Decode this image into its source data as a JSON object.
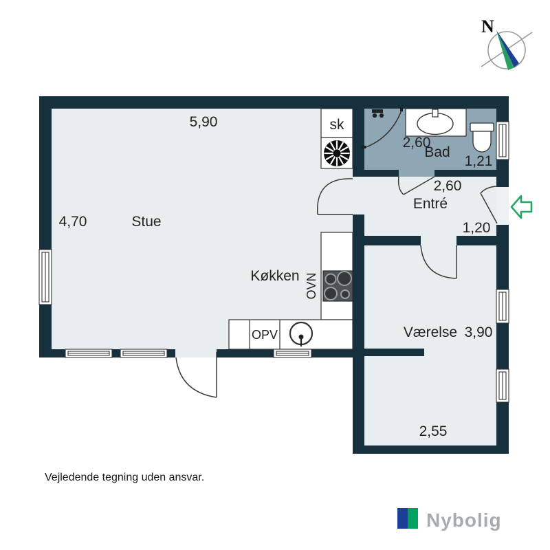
{
  "compass": {
    "north_label": "N"
  },
  "rooms": {
    "stue": {
      "label": "Stue",
      "width": "5,90",
      "depth": "4,70"
    },
    "kokken": {
      "label": "Køkken"
    },
    "bad": {
      "label": "Bad",
      "width": "2,60",
      "depth": "1,21"
    },
    "entre": {
      "label": "Entré",
      "width": "2,60",
      "depth": "1,20"
    },
    "vaerelse": {
      "label": "Værelse",
      "depth": "3,90",
      "width": "2,55"
    },
    "closet": {
      "label": "sk"
    }
  },
  "appliances": {
    "oven": "OVN",
    "dishwasher": "OPV"
  },
  "footer": {
    "disclaimer": "Vejledende tegning uden ansvar."
  },
  "brand": {
    "name": "Nybolig"
  },
  "colors": {
    "wall": "#16313d",
    "floor": "#e8edef",
    "bathroom_floor": "#8fa6b4",
    "entrance_arrow_green": "#27a566",
    "brand_blue": "#1b3f94",
    "brand_green": "#00a05e",
    "brand_text_gray": "#a8abad"
  }
}
